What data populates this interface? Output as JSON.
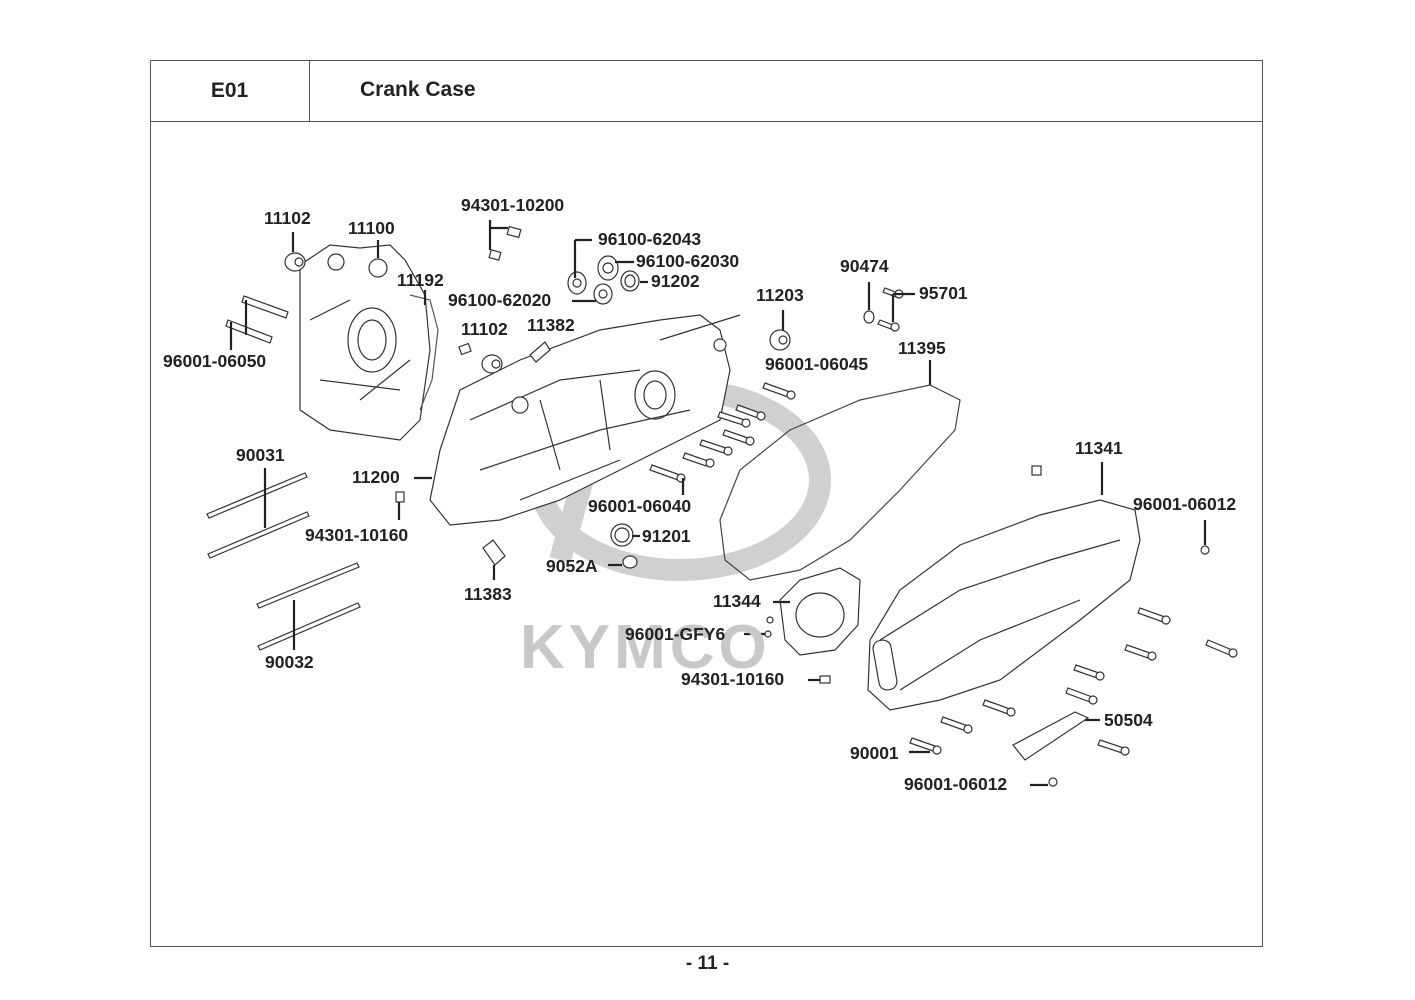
{
  "header": {
    "section_code": "E01",
    "section_title": "Crank Case"
  },
  "watermark": {
    "brand": "KYMCO",
    "cover_brand": "KYMCO"
  },
  "parts": [
    {
      "id": "p11102a",
      "number": "11102"
    },
    {
      "id": "p11100",
      "number": "11100"
    },
    {
      "id": "p11192",
      "number": "11192"
    },
    {
      "id": "p96001_06050",
      "number": "96001-06050"
    },
    {
      "id": "p94301_10200",
      "number": "94301-10200"
    },
    {
      "id": "p96100_62043",
      "number": "96100-62043"
    },
    {
      "id": "p96100_62030",
      "number": "96100-62030"
    },
    {
      "id": "p91202",
      "number": "91202"
    },
    {
      "id": "p96100_62020",
      "number": "96100-62020"
    },
    {
      "id": "p11102b",
      "number": "11102"
    },
    {
      "id": "p11382",
      "number": "11382"
    },
    {
      "id": "p11203",
      "number": "11203"
    },
    {
      "id": "p90474",
      "number": "90474"
    },
    {
      "id": "p95701",
      "number": "95701"
    },
    {
      "id": "p96001_06045",
      "number": "96001-06045"
    },
    {
      "id": "p11395",
      "number": "11395"
    },
    {
      "id": "p90031",
      "number": "90031"
    },
    {
      "id": "p11200",
      "number": "11200"
    },
    {
      "id": "p94301_10160a",
      "number": "94301-10160"
    },
    {
      "id": "p96001_06040",
      "number": "96001-06040"
    },
    {
      "id": "p91201",
      "number": "91201"
    },
    {
      "id": "p9052A",
      "number": "9052A"
    },
    {
      "id": "p11383",
      "number": "11383"
    },
    {
      "id": "p11341",
      "number": "11341"
    },
    {
      "id": "p96001_06012a",
      "number": "96001-06012"
    },
    {
      "id": "p11344",
      "number": "11344"
    },
    {
      "id": "p96001_GFY6",
      "number": "96001-GFY6"
    },
    {
      "id": "p94301_10160b",
      "number": "94301-10160"
    },
    {
      "id": "p90032",
      "number": "90032"
    },
    {
      "id": "p50504",
      "number": "50504"
    },
    {
      "id": "p90001",
      "number": "90001"
    },
    {
      "id": "p96001_06012b",
      "number": "96001-06012"
    }
  ],
  "footer": {
    "page_number": "- 11 -"
  }
}
